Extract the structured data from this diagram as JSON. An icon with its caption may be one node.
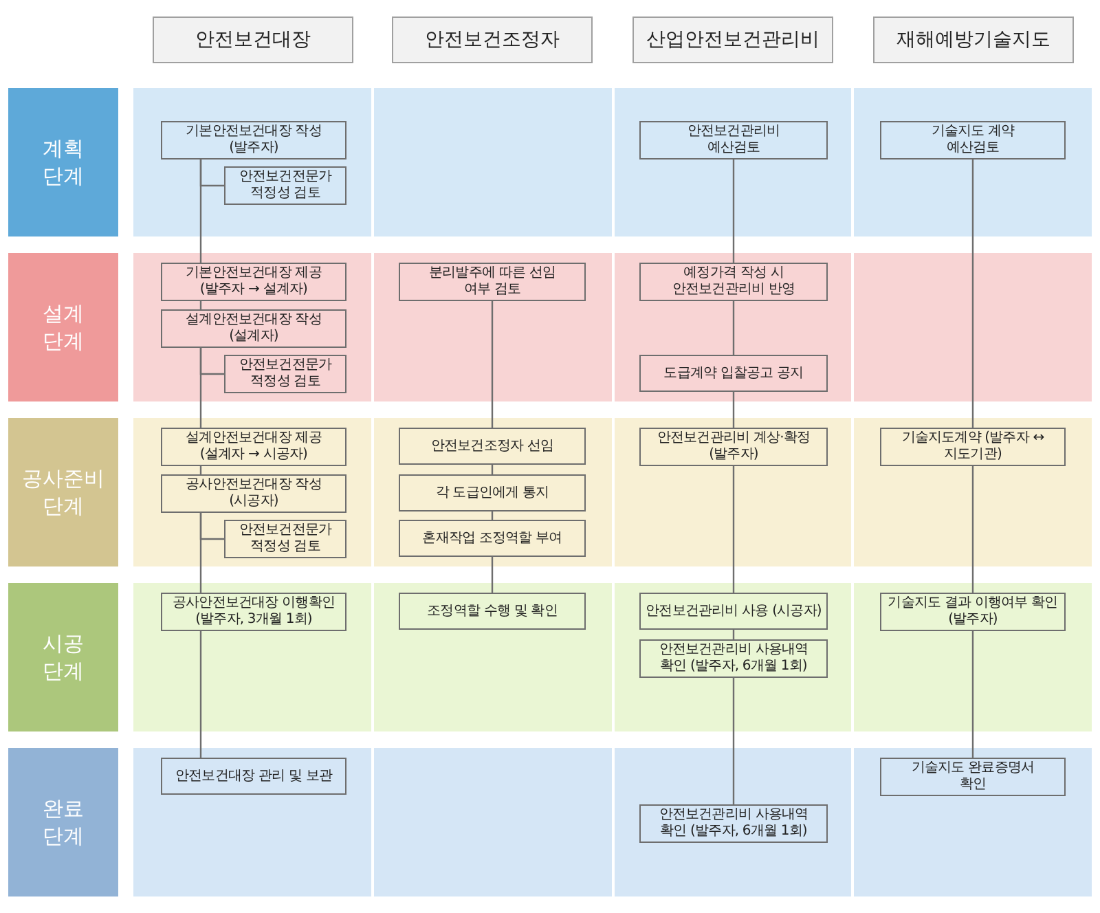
{
  "diagram": {
    "nodes": [
      {
        "text": [
          "안전보건대장"
        ]
      },
      {
        "text": [
          "안전보건조정자"
        ]
      },
      {
        "text": [
          "산업안전보건관리비"
        ]
      },
      {
        "text": [
          "재해예방기술지도"
        ]
      },
      {
        "text": [
          "계획 단계"
        ]
      },
      {
        "text": [
          "설계 단계"
        ]
      },
      {
        "text": [
          "공사준비 단계"
        ]
      },
      {
        "text": [
          "시공 단계"
        ]
      },
      {
        "text": [
          "완료 단계"
        ]
      },
      {
        "text": [
          "기본안전보건대장 작성 (발주자)"
        ]
      },
      {
        "text": [
          "안전보건전문가 적정성 검토"
        ]
      },
      {
        "text": [
          "안전보건관리비 예산검토"
        ]
      },
      {
        "text": [
          "기술지도 계약 예산검토"
        ]
      },
      {
        "text": [
          "기본안전보건대장 제공 (발주자 → 설계자)"
        ]
      },
      {
        "text": [
          "분리발주에 따른 선임 여부 검토"
        ]
      },
      {
        "text": [
          "예정가격 작성 시 안전보건관리비 반영"
        ]
      },
      {
        "text": [
          "설계안전보건대장 작성 (설계자)"
        ]
      },
      {
        "text": [
          "안전보건전문가 적정성 검토"
        ]
      },
      {
        "text": [
          "도급계약 입찰공고 공지"
        ]
      },
      {
        "text": [
          "설계안전보건대장 제공 (설계자 → 시공자)"
        ]
      },
      {
        "text": [
          "안전보건조정자 선임"
        ]
      },
      {
        "text": [
          "안전보건관리비 계상·확정 (발주자)"
        ]
      },
      {
        "text": [
          "기술지도계약 (발주자 ↔ 지도기관)"
        ]
      },
      {
        "text": [
          "공사안전보건대장 작성 (시공자)"
        ]
      },
      {
        "text": [
          "각 도급인에게 통지"
        ]
      },
      {
        "text": [
          "안전보건전문가 적정성 검토"
        ]
      },
      {
        "text": [
          "혼재작업 조정역할 부여"
        ]
      },
      {
        "text": [
          "공사안전보건대장 이행확인 (발주자, 3개월 1회)"
        ]
      },
      {
        "text": [
          "조정역할 수행 및 확인"
        ]
      },
      {
        "text": [
          "안전보건관리비 사용 (시공자)"
        ]
      },
      {
        "text": [
          "기술지도 결과 이행여부 확인 (발주자)"
        ]
      },
      {
        "text": [
          "안전보건관리비 사용내역 확인 (발주자, 6개월 1회)"
        ]
      },
      {
        "text": [
          "안전보건대장 관리 및 보관"
        ]
      },
      {
        "text": [
          "기술지도 완료증명서 확인"
        ]
      },
      {
        "text": [
          "안전보건관리비 사용내역 확인 (발주자, 6개월 1회)"
        ]
      }
    ],
    "edges": [
      {
        "from": 9,
        "to": 13,
        "arrow": "none"
      },
      {
        "from": 9,
        "to": 10,
        "arrow": "none"
      },
      {
        "from": 13,
        "to": 16,
        "arrow": "none"
      },
      {
        "from": 16,
        "to": 19,
        "arrow": "none"
      },
      {
        "from": 16,
        "to": 17,
        "arrow": "none"
      },
      {
        "from": 19,
        "to": 23,
        "arrow": "none"
      },
      {
        "from": 23,
        "to": 27,
        "arrow": "none"
      },
      {
        "from": 23,
        "to": 25,
        "arrow": "none"
      },
      {
        "from": 27,
        "to": 32,
        "arrow": "none"
      },
      {
        "from": 14,
        "to": 20,
        "arrow": "none"
      },
      {
        "from": 20,
        "to": 24,
        "arrow": "none"
      },
      {
        "from": 24,
        "to": 26,
        "arrow": "none"
      },
      {
        "from": 26,
        "to": 28,
        "arrow": "none"
      },
      {
        "from": 11,
        "to": 15,
        "arrow": "none"
      },
      {
        "from": 15,
        "to": 18,
        "arrow": "none"
      },
      {
        "from": 18,
        "to": 21,
        "arrow": "none"
      },
      {
        "from": 21,
        "to": 29,
        "arrow": "none"
      },
      {
        "from": 29,
        "to": 31,
        "arrow": "none"
      },
      {
        "from": 31,
        "to": 34,
        "arrow": "none"
      },
      {
        "from": 12,
        "to": 22,
        "arrow": "none"
      },
      {
        "from": 22,
        "to": 30,
        "arrow": "none"
      },
      {
        "from": 30,
        "to": 33,
        "arrow": "none"
      }
    ]
  }
}
